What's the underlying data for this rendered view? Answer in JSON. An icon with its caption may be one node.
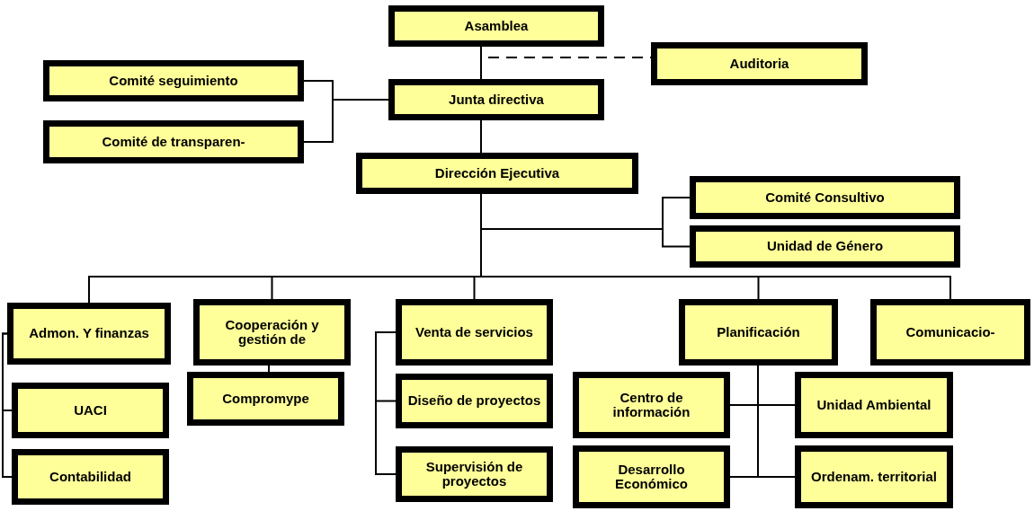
{
  "diagram": {
    "nodes": [
      {
        "text": [
          "Asamblea"
        ]
      },
      {
        "text": [
          "Auditoria"
        ]
      },
      {
        "text": [
          "Comité seguimiento"
        ]
      },
      {
        "text": [
          "Junta directiva"
        ]
      },
      {
        "text": [
          "Comité de transparen-"
        ]
      },
      {
        "text": [
          "Dirección Ejecutiva"
        ]
      },
      {
        "text": [
          "Comité Consultivo"
        ]
      },
      {
        "text": [
          "Unidad de Género"
        ]
      },
      {
        "text": [
          "Admon. Y finanzas"
        ]
      },
      {
        "text": [
          "Cooperación y gestión de"
        ]
      },
      {
        "text": [
          "Venta de servicios"
        ]
      },
      {
        "text": [
          "Planificación"
        ]
      },
      {
        "text": [
          "Comunicacio-"
        ]
      },
      {
        "text": [
          "UACI"
        ]
      },
      {
        "text": [
          "Compromype"
        ]
      },
      {
        "text": [
          "Diseño de proyectos"
        ]
      },
      {
        "text": [
          "Centro de información"
        ]
      },
      {
        "text": [
          "Unidad Ambiental"
        ]
      },
      {
        "text": [
          "Contabilidad"
        ]
      },
      {
        "text": [
          "Supervisión de proyectos"
        ]
      },
      {
        "text": [
          "Desarrollo Económico"
        ]
      },
      {
        "text": [
          "Ordenam. territorial"
        ]
      }
    ],
    "edges": [
      {
        "from": 0,
        "to": 3,
        "arrow": "none"
      },
      {
        "from": 0,
        "to": 1,
        "arrow": "none",
        "style": "dashed"
      },
      {
        "from": 3,
        "to": 2,
        "arrow": "none"
      },
      {
        "from": 3,
        "to": 4,
        "arrow": "none"
      },
      {
        "from": 3,
        "to": 5,
        "arrow": "none"
      },
      {
        "from": 5,
        "to": 6,
        "arrow": "none"
      },
      {
        "from": 5,
        "to": 7,
        "arrow": "none"
      },
      {
        "from": 5,
        "to": 8,
        "arrow": "none"
      },
      {
        "from": 5,
        "to": 9,
        "arrow": "none"
      },
      {
        "from": 5,
        "to": 10,
        "arrow": "none"
      },
      {
        "from": 5,
        "to": 11,
        "arrow": "none"
      },
      {
        "from": 5,
        "to": 12,
        "arrow": "none"
      },
      {
        "from": 9,
        "to": 14,
        "arrow": "none"
      },
      {
        "from": 10,
        "to": 15,
        "arrow": "none"
      },
      {
        "from": 10,
        "to": 19,
        "arrow": "none"
      },
      {
        "from": 11,
        "to": 16,
        "arrow": "none"
      },
      {
        "from": 11,
        "to": 17,
        "arrow": "none"
      },
      {
        "from": 11,
        "to": 20,
        "arrow": "none"
      },
      {
        "from": 11,
        "to": 21,
        "arrow": "none"
      },
      {
        "from": 8,
        "to": 13,
        "arrow": "none"
      },
      {
        "from": 8,
        "to": 18,
        "arrow": "none"
      }
    ]
  }
}
